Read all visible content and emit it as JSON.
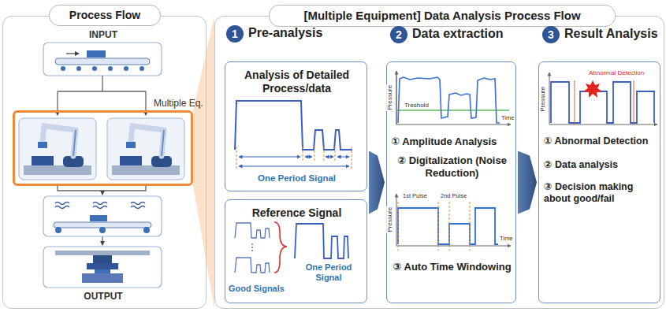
{
  "diagram": {
    "nodes": [
      {
        "text": [
          "Process Flow"
        ]
      },
      {
        "text": [
          "Multiple Eq."
        ],
        "in": 0
      },
      {
        "text": [
          "[Multiple Equipment] Data Analysis Process Flow"
        ]
      },
      {
        "text": [
          "1",
          "Pre-analysis"
        ],
        "in": 2
      },
      {
        "text": [
          "Analysis of Detailed Process/data",
          "One Period Signal"
        ],
        "in": 3
      },
      {
        "text": [
          "Reference Signal",
          "Good Signals",
          "One Period Signal"
        ],
        "in": 3
      },
      {
        "text": [
          "2",
          "Data extraction",
          "① Amplitude Analysis",
          "② Digitalization (Noise Reduction)",
          "③ Auto Time Windowing"
        ],
        "in": 2
      },
      {
        "text": [
          "3",
          "Result Analysis",
          "① Abnormal Detection",
          "② Data analysis",
          "③ Decision making about good/fail"
        ],
        "in": 2
      }
    ],
    "edges": [
      {
        "from": 3,
        "to": 6,
        "arrow": "to"
      },
      {
        "from": 6,
        "to": 7,
        "arrow": "to"
      }
    ],
    "labels": [
      "INPUT",
      "OUTPUT",
      "Pressure",
      "Treshold",
      "Time",
      "Pressure",
      "1st Pulse",
      "2nd Pulse",
      "Time",
      "Pressure",
      "Abnormal Detection"
    ]
  }
}
